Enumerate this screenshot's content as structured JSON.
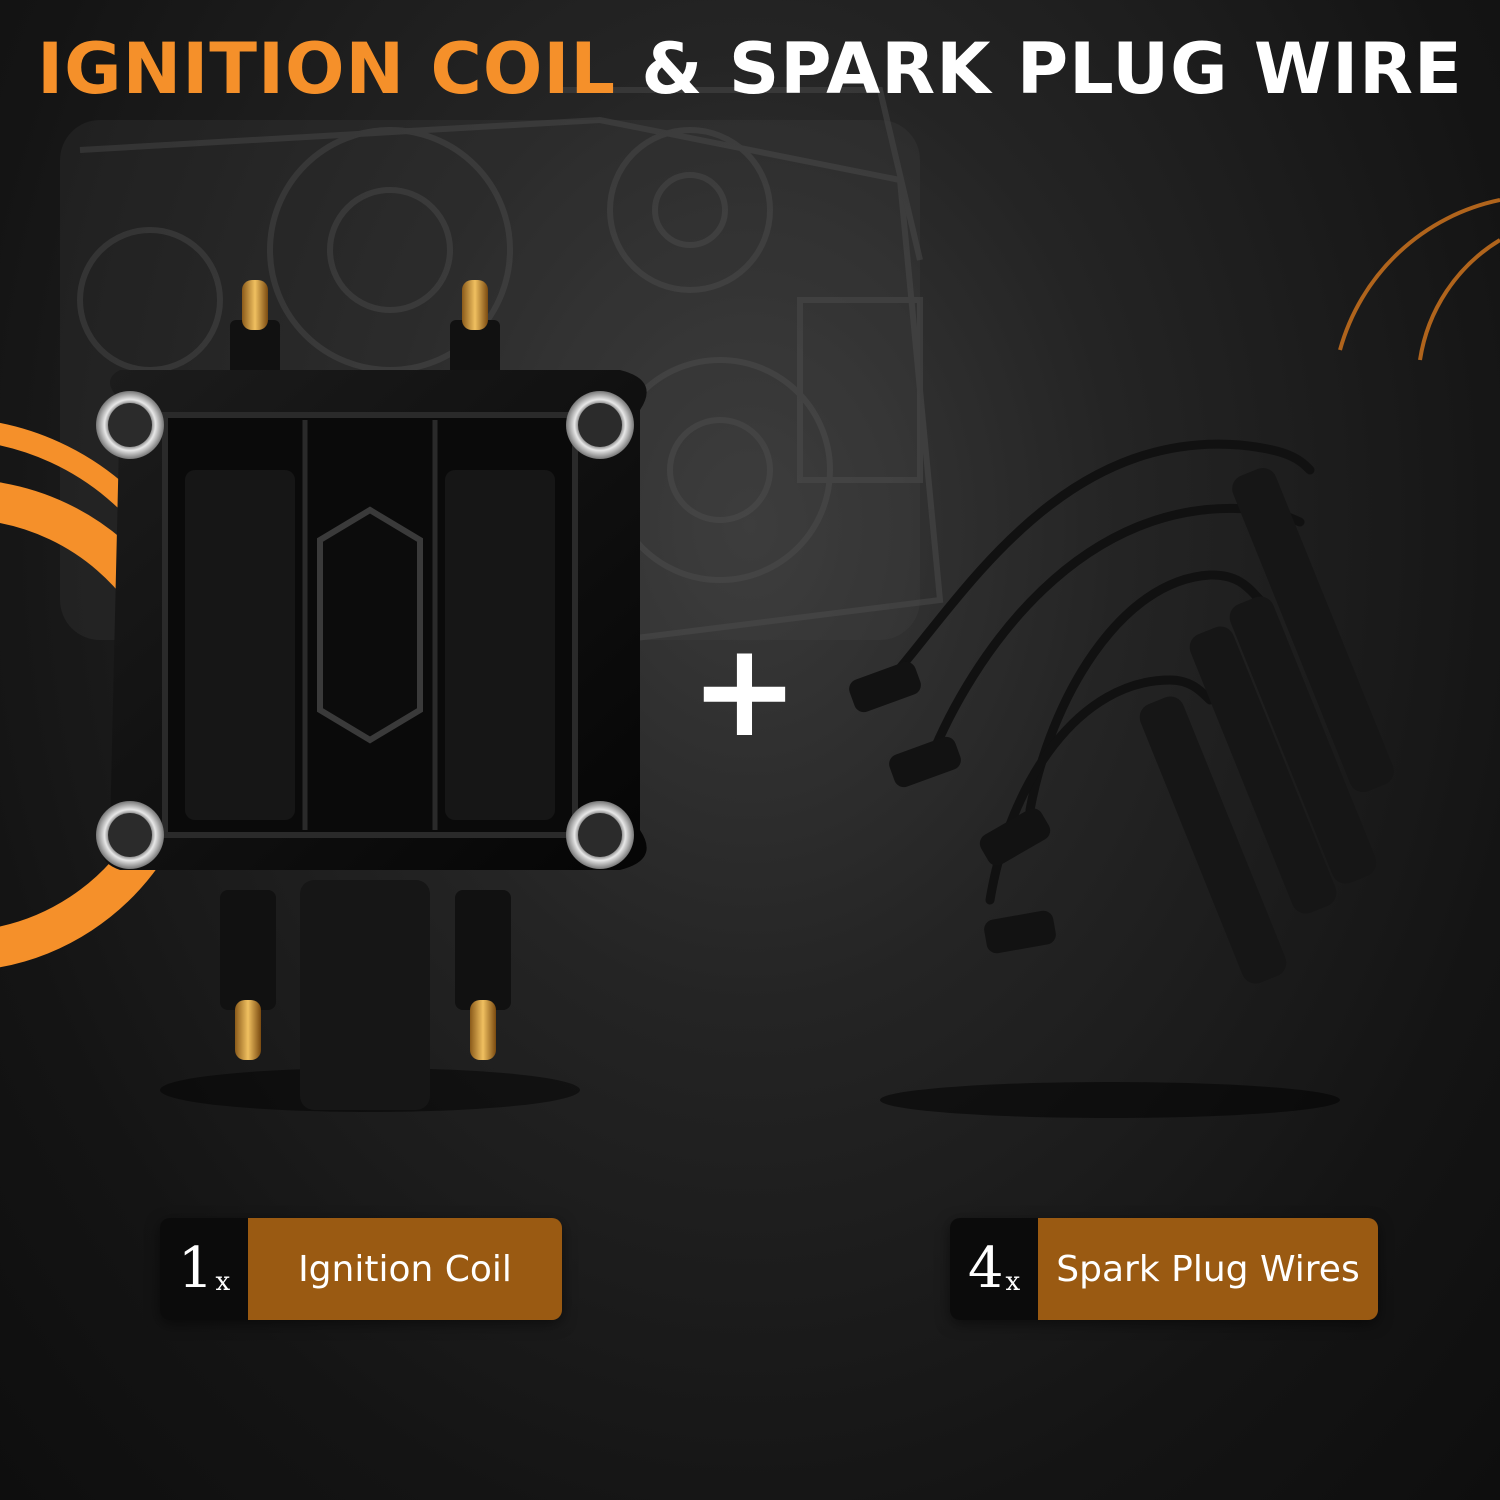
{
  "title": {
    "highlight": "IGNITION COIL",
    "rest": "& SPARK PLUG WIRE"
  },
  "plus_symbol": "+",
  "badges": [
    {
      "quantity": "1",
      "multiplier": "x",
      "label": "Ignition Coil"
    },
    {
      "quantity": "4",
      "multiplier": "x",
      "label": "Spark Plug Wires"
    }
  ],
  "colors": {
    "accent": "#f5902a",
    "badge_label_bg": "#9a5a12",
    "badge_qty_bg": "#0b0b0b",
    "background": "#141414"
  },
  "images": {
    "background": "engine-silhouette",
    "left_product": "ignition-coil-pack",
    "right_product": "spark-plug-wire-set"
  }
}
